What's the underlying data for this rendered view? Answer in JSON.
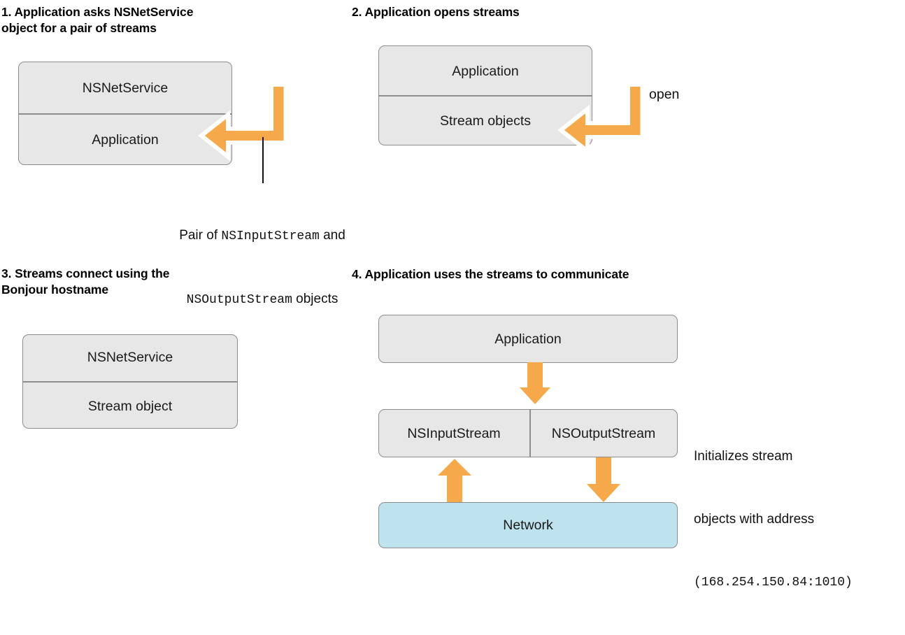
{
  "document": {
    "title": "Bonjour NSNetService stream pair diagram",
    "colors": {
      "box_fill": "#e6e7e6",
      "box_stroke": "#8d8d8d",
      "network_fill": "#bfe2ef",
      "arrow_orange": "#f5a94a",
      "arrow_outline": "#ffffff",
      "leader_line": "#111111",
      "background": "#ffffff"
    }
  },
  "panels": [
    {
      "number": "1.",
      "heading": "1. Application asks NSNetService\n    object for a pair of streams",
      "boxes": [
        {
          "label": "NSNetService"
        },
        {
          "label": "Application"
        }
      ],
      "arrow": {
        "name": "u-turn-arrow-left",
        "label": ""
      },
      "caption_line1_pre": "Pair of ",
      "caption_line1_mono": "NSInputStream",
      "caption_line1_post": " and",
      "caption_line2_mono": "NSOutputStream",
      "caption_line2_post": " objects"
    },
    {
      "number": "2.",
      "heading": "2. Application opens streams",
      "boxes": [
        {
          "label": "Application"
        },
        {
          "label": "Stream objects"
        }
      ],
      "arrow": {
        "name": "u-turn-arrow-left",
        "label": "open"
      }
    },
    {
      "number": "3.",
      "heading": "3. Streams connect using the\n    Bonjour hostname",
      "boxes": [
        {
          "label": "NSNetService"
        },
        {
          "label": "Stream object"
        }
      ]
    },
    {
      "number": "4.",
      "heading": "4. Application uses the streams to communicate",
      "boxes": [
        {
          "label": "Application"
        },
        {
          "label": "NSInputStream"
        },
        {
          "label": "NSOutputStream"
        },
        {
          "label": "Network"
        }
      ],
      "arrows": [
        {
          "name": "arrow-down-app-to-streams"
        },
        {
          "name": "arrow-up-network-to-input"
        },
        {
          "name": "arrow-down-output-to-network"
        }
      ],
      "annotation_line1": "Initializes stream",
      "annotation_line2": "objects with address",
      "annotation_line3_mono": "(168.254.150.84:1010)"
    }
  ]
}
